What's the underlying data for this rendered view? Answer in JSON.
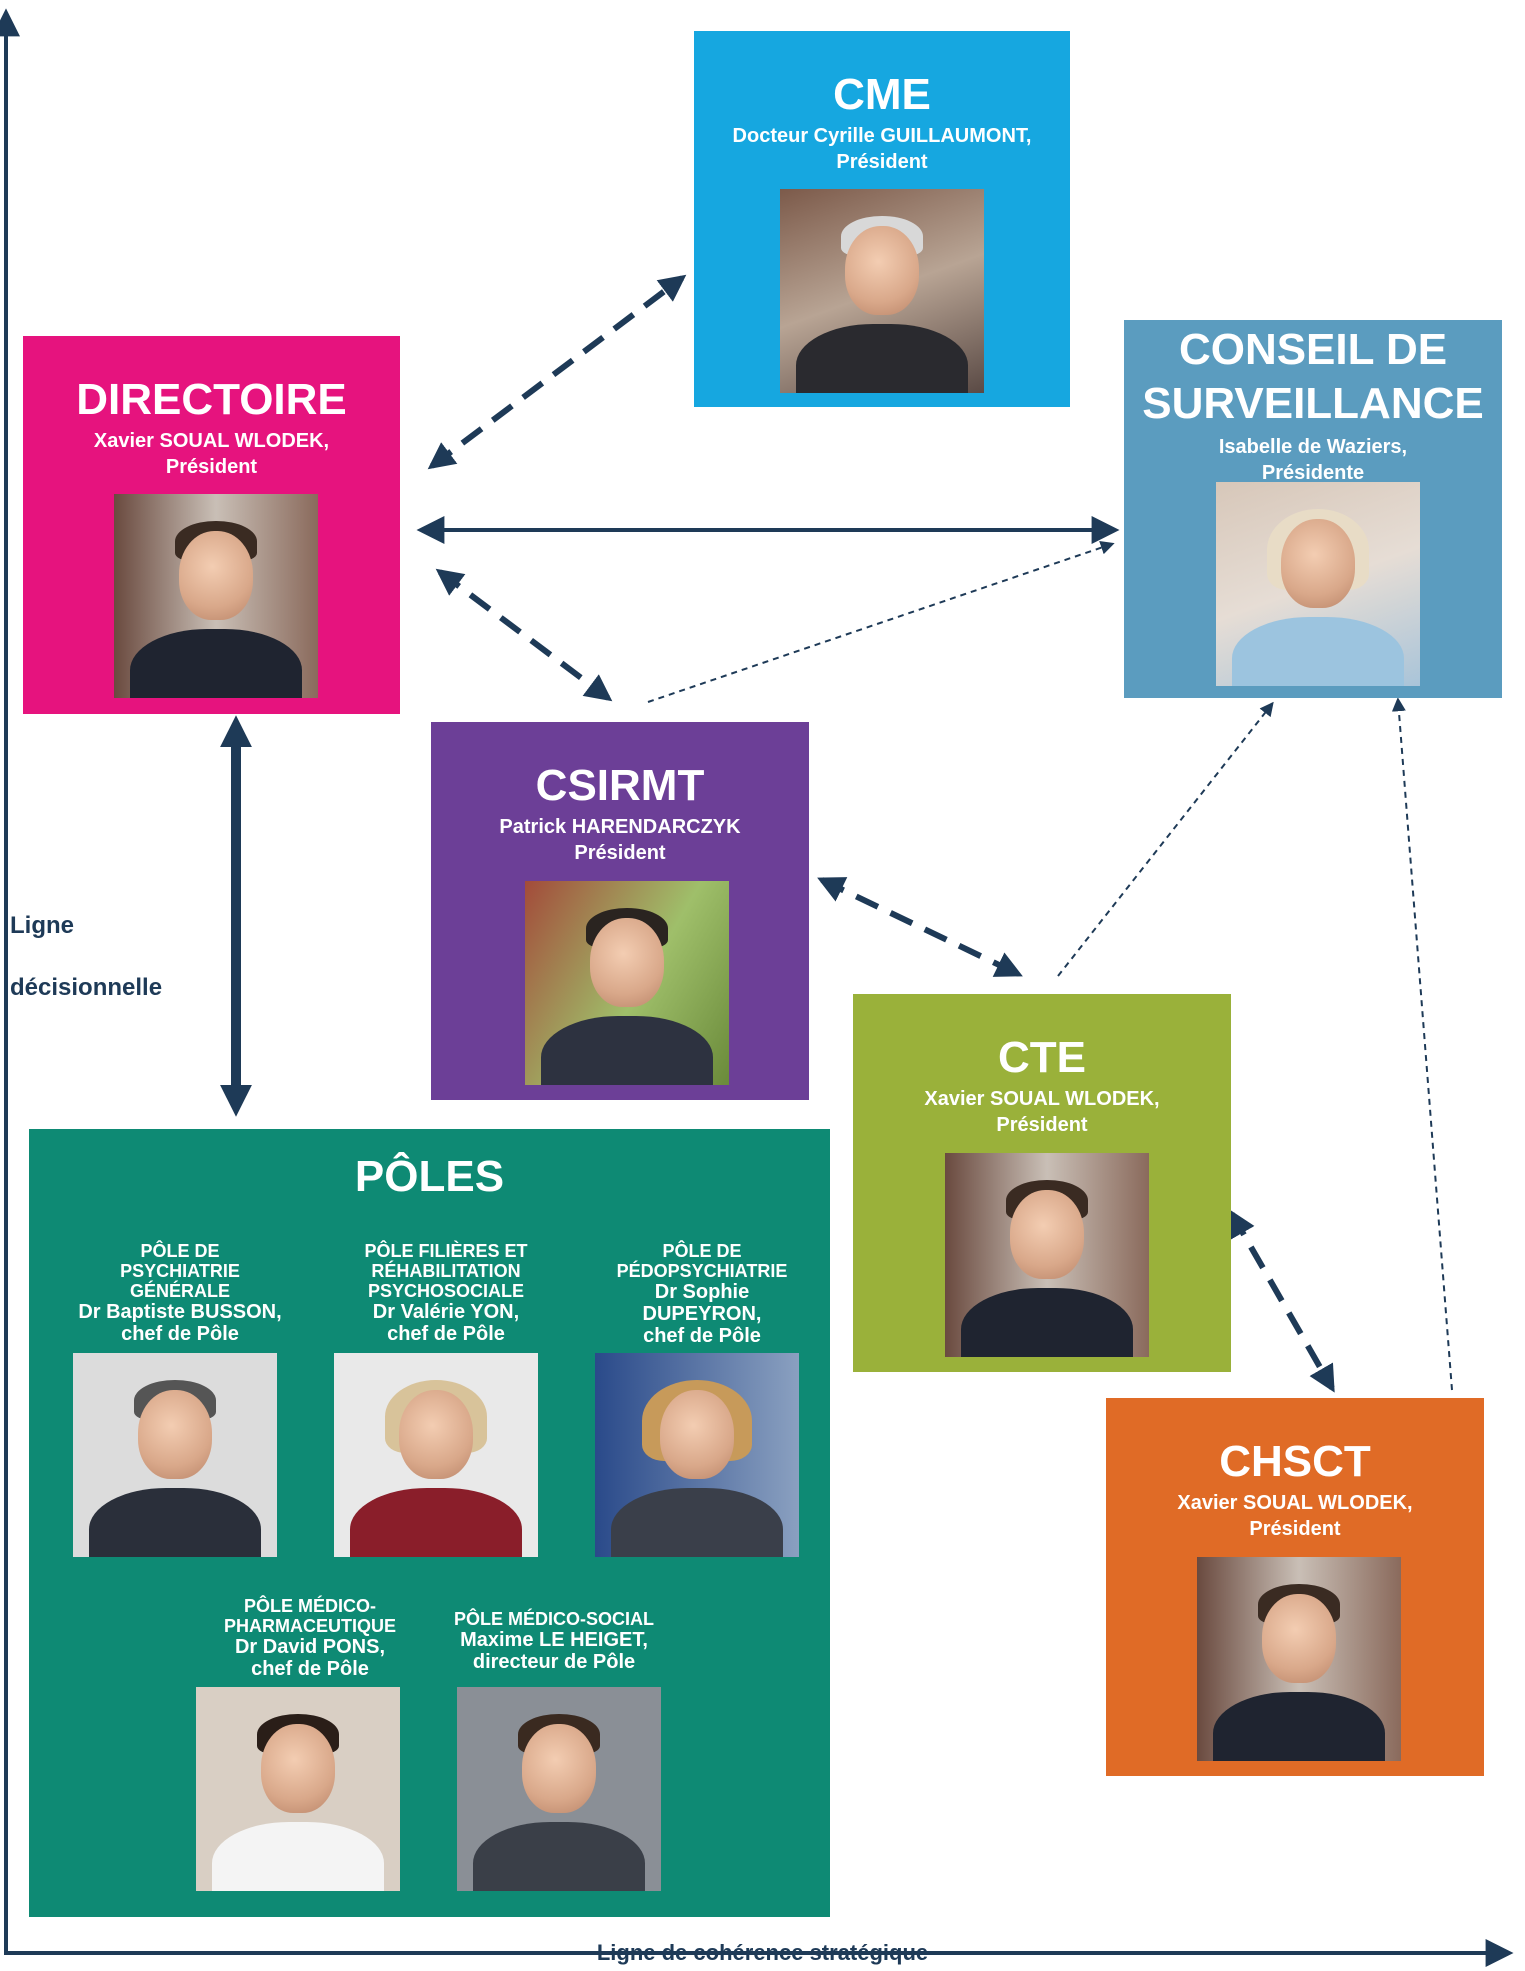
{
  "directoire": {
    "title": "DIRECTOIRE",
    "person": "Xavier SOUAL WLODEK,",
    "role": "Président",
    "color": "#e6137e"
  },
  "cme": {
    "title": "CME",
    "person": "Docteur Cyrille GUILLAUMONT,",
    "role": "Président",
    "color": "#16a7e0"
  },
  "conseil": {
    "title_line1": "CONSEIL DE",
    "title_line2": "SURVEILLANCE",
    "person": "Isabelle de Waziers,",
    "role": "Présidente",
    "color": "#5b9cbf"
  },
  "csirmt": {
    "title": "CSIRMT",
    "person": "Patrick HARENDARCZYK",
    "role": "Président",
    "color": "#6c3f97"
  },
  "cte": {
    "title": "CTE",
    "person": "Xavier SOUAL WLODEK,",
    "role": "Président",
    "color": "#9ab13a"
  },
  "chsct": {
    "title": "CHSCT",
    "person": "Xavier SOUAL WLODEK,",
    "role": "Président",
    "color": "#e06b26"
  },
  "poles": {
    "title": "PÔLES",
    "color": "#0e8a74",
    "items": [
      {
        "cat1": "PÔLE DE",
        "cat2": "PSYCHIATRIE",
        "cat3": "GÉNÉRALE",
        "name1": "Dr Baptiste BUSSON,",
        "name2": "chef de Pôle"
      },
      {
        "cat1": "PÔLE FILIÈRES ET",
        "cat2": "RÉHABILITATION",
        "cat3": "PSYCHOSOCIALE",
        "name1": "Dr Valérie YON,",
        "name2": "chef de Pôle"
      },
      {
        "cat1": "PÔLE DE",
        "cat2": "PÉDOPSYCHIATRIE",
        "cat3": "",
        "name1": "Dr Sophie",
        "name2": "DUPEYRON,",
        "name3": "chef de Pôle"
      },
      {
        "cat1": "PÔLE MÉDICO-",
        "cat2": "PHARMACEUTIQUE",
        "cat3": "",
        "name1": "Dr David PONS,",
        "name2": "chef de Pôle"
      },
      {
        "cat1": "PÔLE MÉDICO-SOCIAL",
        "cat2": "",
        "cat3": "",
        "name1": "Maxime LE HEIGET,",
        "name2": "directeur de Pôle"
      }
    ]
  },
  "axes": {
    "vertical_line1": "Ligne",
    "vertical_line2": "décisionnelle",
    "horizontal": "Ligne de cohérence stratégique",
    "color": "#1e3a57"
  }
}
